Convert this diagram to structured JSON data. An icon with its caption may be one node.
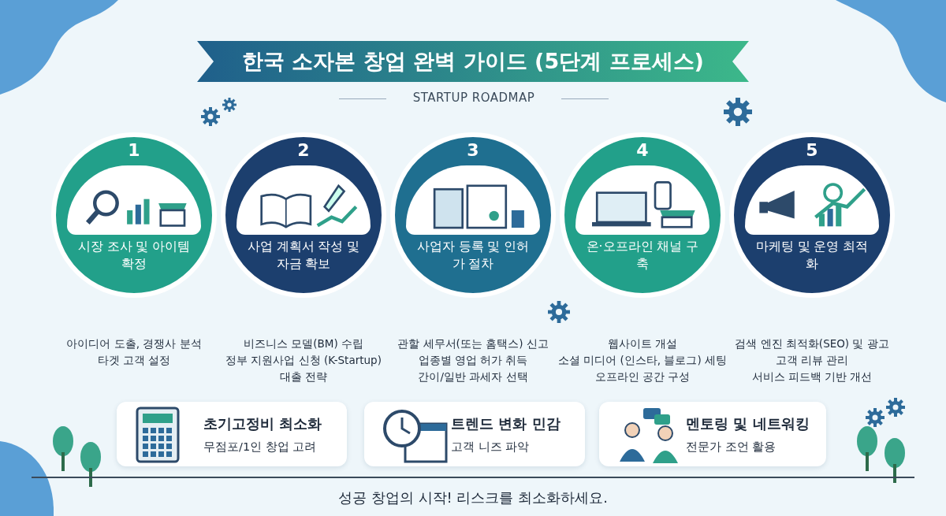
{
  "diagram": {
    "title": "한국 소자본 창업 완벽 가이드 (5단계 프로세스)",
    "nodes": [
      {
        "text": [
          "1",
          "시장 조사 및 아이템 확정"
        ],
        "beside": [
          "아이디어 도출, 경쟁사 분석",
          "타겟 고객 설정"
        ]
      },
      {
        "text": [
          "2",
          "사업 계획서 작성 및 자금 확보"
        ],
        "beside": [
          "비즈니스 모델(BM) 수립",
          "정부 지원사업 신청 (K-Startup)",
          "대출 전략"
        ]
      },
      {
        "text": [
          "3",
          "사업자 등록 및 인허가 절차"
        ],
        "beside": [
          "관할 세무서(또는 홈택스) 신고",
          "업종별 영업 허가 취득",
          "간이/일반 과세자 선택"
        ]
      },
      {
        "text": [
          "4",
          "온·오프라인 채널 구축"
        ],
        "beside": [
          "웹사이트 개설",
          "소셜 미디어 (인스타, 블로그) 세팅",
          "오프라인 공간 구성"
        ]
      },
      {
        "text": [
          "5",
          "마케팅 및 운영 최적화"
        ],
        "beside": [
          "검색 엔진 최적화(SEO) 및 광고",
          "고객 리뷰 관리",
          "서비스 피드백 기반 개선"
        ]
      },
      {
        "text": [
          "초기고정비 최소화",
          "무점포/1인 창업 고려"
        ]
      },
      {
        "text": [
          "트렌드 변화 민감",
          "고객 니즈 파악"
        ]
      },
      {
        "text": [
          "멘토링 및 네트워킹",
          "전문가 조언 활용"
        ]
      }
    ],
    "labels": [
      "STARTUP ROADMAP",
      "성공 창업의 시작! 리스크를 최소화하세요."
    ]
  }
}
